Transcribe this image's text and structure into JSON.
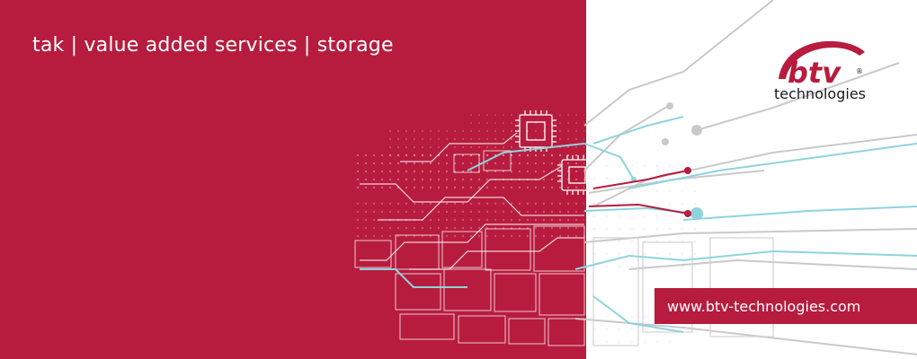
{
  "banner": {
    "tagline": "tak | value added services | storage",
    "url": "www.btv-technologies.com"
  },
  "logo": {
    "wordmark": "btv",
    "registered": "®",
    "subtitle": "technologies"
  },
  "colors": {
    "brand_red": "#b71c3e",
    "circuit_cyan": "#8fd3df",
    "circuit_gray": "#c9c9c9",
    "text_dark": "#1a1a1a"
  },
  "icons": [
    "chip-icon",
    "btv-logo-arc"
  ]
}
